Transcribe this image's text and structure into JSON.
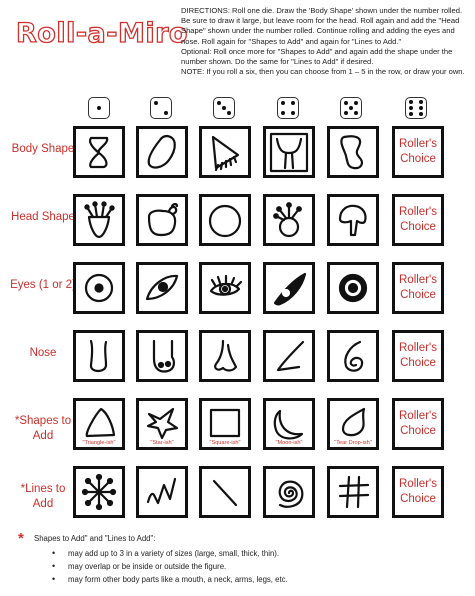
{
  "header": {
    "title": "Roll-a-Miro",
    "directions": [
      "DIRECTIONS: Roll one die. Draw the 'Body Shape' shown under the number rolled. Be sure to draw it large, but leave room for the head. Roll again and add the \"Head Shape\" shown under the number rolled. Continue rolling and adding the eyes and nose. Roll again for \"Shapes to Add\" and again for \"Lines to Add.\"",
      "Optional: Roll once more for \"Shapes to Add\" and again add the shape under the number shown. Do the same for \"Lines to Add\" if desired.",
      "NOTE: If you roll a six, then you can choose from 1 – 5 in the row, or draw your own."
    ]
  },
  "dice": [
    1,
    2,
    3,
    4,
    5,
    6
  ],
  "rows": [
    {
      "label": "Body Shape",
      "choice": "Roller's Choice",
      "icons": [
        "figure-eight-body",
        "oval-blob-body",
        "fringed-triangle-body",
        "horned-box-body",
        "peanut-body"
      ]
    },
    {
      "label": "Head Shape",
      "choice": "Roller's Choice",
      "icons": [
        "antenna-teardrop-head",
        "eared-square-head",
        "circle-head",
        "antenna-circle-head",
        "mushroom-head"
      ]
    },
    {
      "label": "Eyes (1 or 2)",
      "choice": "Roller's Choice",
      "icons": [
        "dot-circle-eye",
        "leaf-eye",
        "lashed-eye",
        "comet-eye",
        "ring-eye"
      ]
    },
    {
      "label": "Nose",
      "choice": "Roller's Choice",
      "icons": [
        "u-nose",
        "snout-nose",
        "profile-nose",
        "hook-nose",
        "curl-nose"
      ]
    },
    {
      "label": "*Shapes to Add",
      "choice": "Roller's Choice",
      "icons": [
        "triangle-shape",
        "star-shape",
        "square-shape",
        "moon-shape",
        "teardrop-shape"
      ],
      "captions": [
        "\"Triangle-ish\"",
        "\"Star-ish\"",
        "\"Square-ish\"",
        "\"Moon-ish\"",
        "\"Tear Drop-ish\""
      ]
    },
    {
      "label": "*Lines to Add",
      "choice": "Roller's Choice",
      "icons": [
        "asterisk-line",
        "zigzag-line",
        "diagonal-line",
        "spiral-line",
        "hash-line"
      ]
    }
  ],
  "notes": {
    "star": "*",
    "heading": "Shapes to Add\" and \"Lines to Add\":",
    "bullet_glyph": "•",
    "bullets": [
      "may add up to 3 in a variety of sizes (large, small, thick, thin).",
      "may overlap or be inside or outside the figure.",
      "may form other body parts like a mouth, a neck, arms, legs, etc."
    ]
  },
  "colors": {
    "accent": "#d0312d",
    "label": "#c9302c",
    "ink": "#111111"
  }
}
